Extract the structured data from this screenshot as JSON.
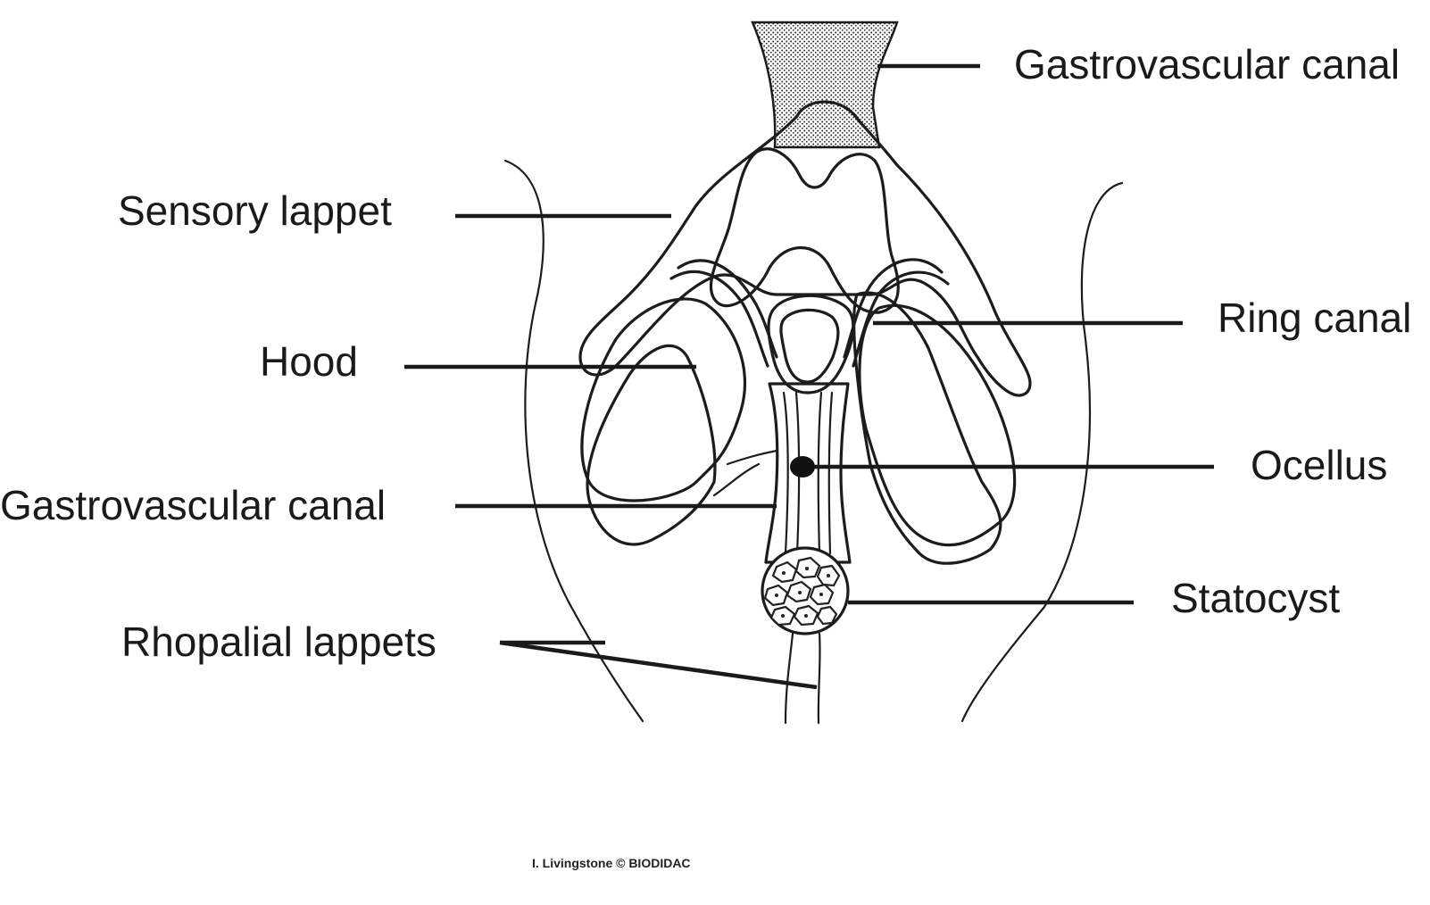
{
  "labels": {
    "gastrovascular_canal_top": "Gastrovascular canal",
    "sensory_lappet": "Sensory lappet",
    "hood": "Hood",
    "gastrovascular_canal_left": "Gastrovascular canal",
    "rhopalial_lappets": "Rhopalial lappets",
    "ring_canal": "Ring canal",
    "ocellus": "Ocellus",
    "statocyst": "Statocyst"
  },
  "credit": "I. Livingstone © BIODIDAC"
}
